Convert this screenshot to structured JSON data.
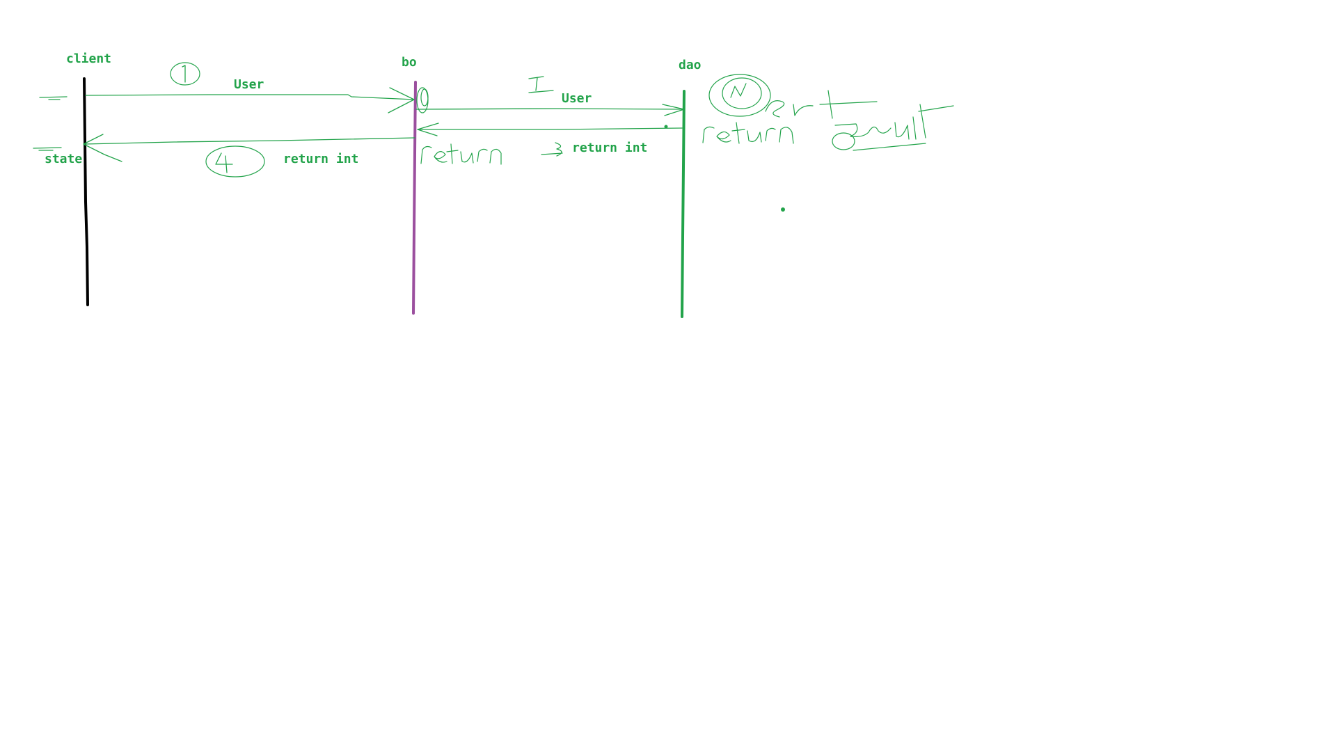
{
  "colors": {
    "text": "#22a34a",
    "ink": "#22a34a",
    "client_line": "#000000",
    "bo_line": "#9b4f9e",
    "dao_line": "#22a34a",
    "background": "#ffffff"
  },
  "participants": {
    "client": "client",
    "bo": "bo",
    "dao": "dao"
  },
  "messages": {
    "m1_label": "User",
    "m2_label": "User",
    "m3_label": "return int",
    "m4_label": "return int"
  },
  "client_note": "state",
  "annotations": {
    "m1_handwritten": "1",
    "m2_handwritten": "2",
    "m3_handwritten": "3",
    "m4_handwritten": "4",
    "bo_handwritten": "return",
    "dao_handwritten_top": "insert",
    "dao_handwritten_bottom": "return",
    "dao_handwritten_right": "result"
  }
}
